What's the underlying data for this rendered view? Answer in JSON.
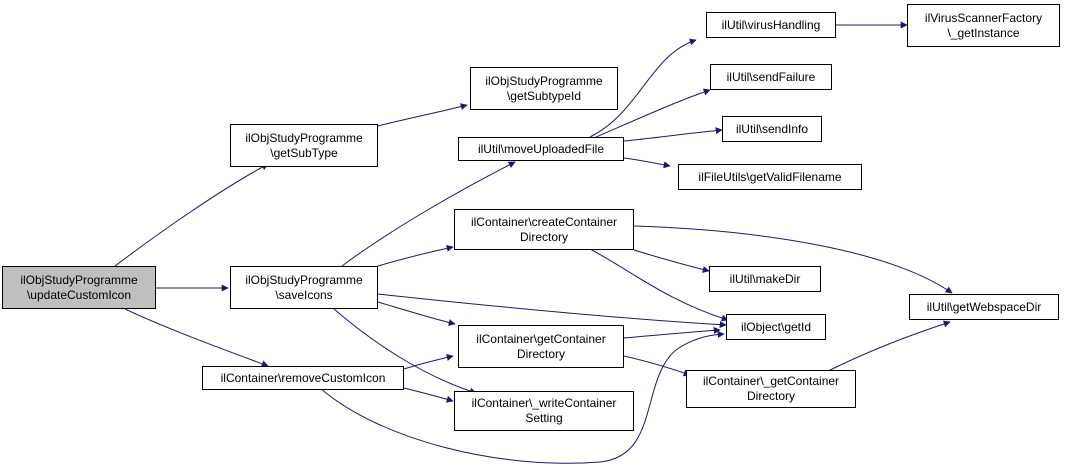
{
  "colors": {
    "edge": "#191970",
    "node_border": "#000000",
    "root_fill": "#bfbfbf",
    "node_fill": "#ffffff"
  },
  "nodes": {
    "update_custom_icon": {
      "line1": "ilObjStudyProgramme",
      "line2": "\\updateCustomIcon"
    },
    "get_sub_type": {
      "line1": "ilObjStudyProgramme",
      "line2": "\\getSubType"
    },
    "get_subtype_id": {
      "line1": "ilObjStudyProgramme",
      "line2": "\\getSubtypeId"
    },
    "save_icons": {
      "line1": "ilObjStudyProgramme",
      "line2": "\\saveIcons"
    },
    "remove_custom_icon": {
      "line1": "ilContainer\\removeCustomIcon"
    },
    "move_uploaded_file": {
      "line1": "ilUtil\\moveUploadedFile"
    },
    "virus_handling": {
      "line1": "ilUtil\\virusHandling"
    },
    "virus_scanner_factory": {
      "line1": "ilVirusScannerFactory",
      "line2": "\\_getInstance"
    },
    "send_failure": {
      "line1": "ilUtil\\sendFailure"
    },
    "send_info": {
      "line1": "ilUtil\\sendInfo"
    },
    "get_valid_filename": {
      "line1": "ilFileUtils\\getValidFilename"
    },
    "create_container_directory": {
      "line1": "ilContainer\\createContainer",
      "line2": "Directory"
    },
    "make_dir": {
      "line1": "ilUtil\\makeDir"
    },
    "get_webspace_dir": {
      "line1": "ilUtil\\getWebspaceDir"
    },
    "get_id": {
      "line1": "ilObject\\getId"
    },
    "get_container_directory": {
      "line1": "ilContainer\\getContainer",
      "line2": "Directory"
    },
    "underscore_get_container_directory": {
      "line1": "ilContainer\\_getContainer",
      "line2": "Directory"
    },
    "write_container_setting": {
      "line1": "ilContainer\\_writeContainer",
      "line2": "Setting"
    }
  }
}
